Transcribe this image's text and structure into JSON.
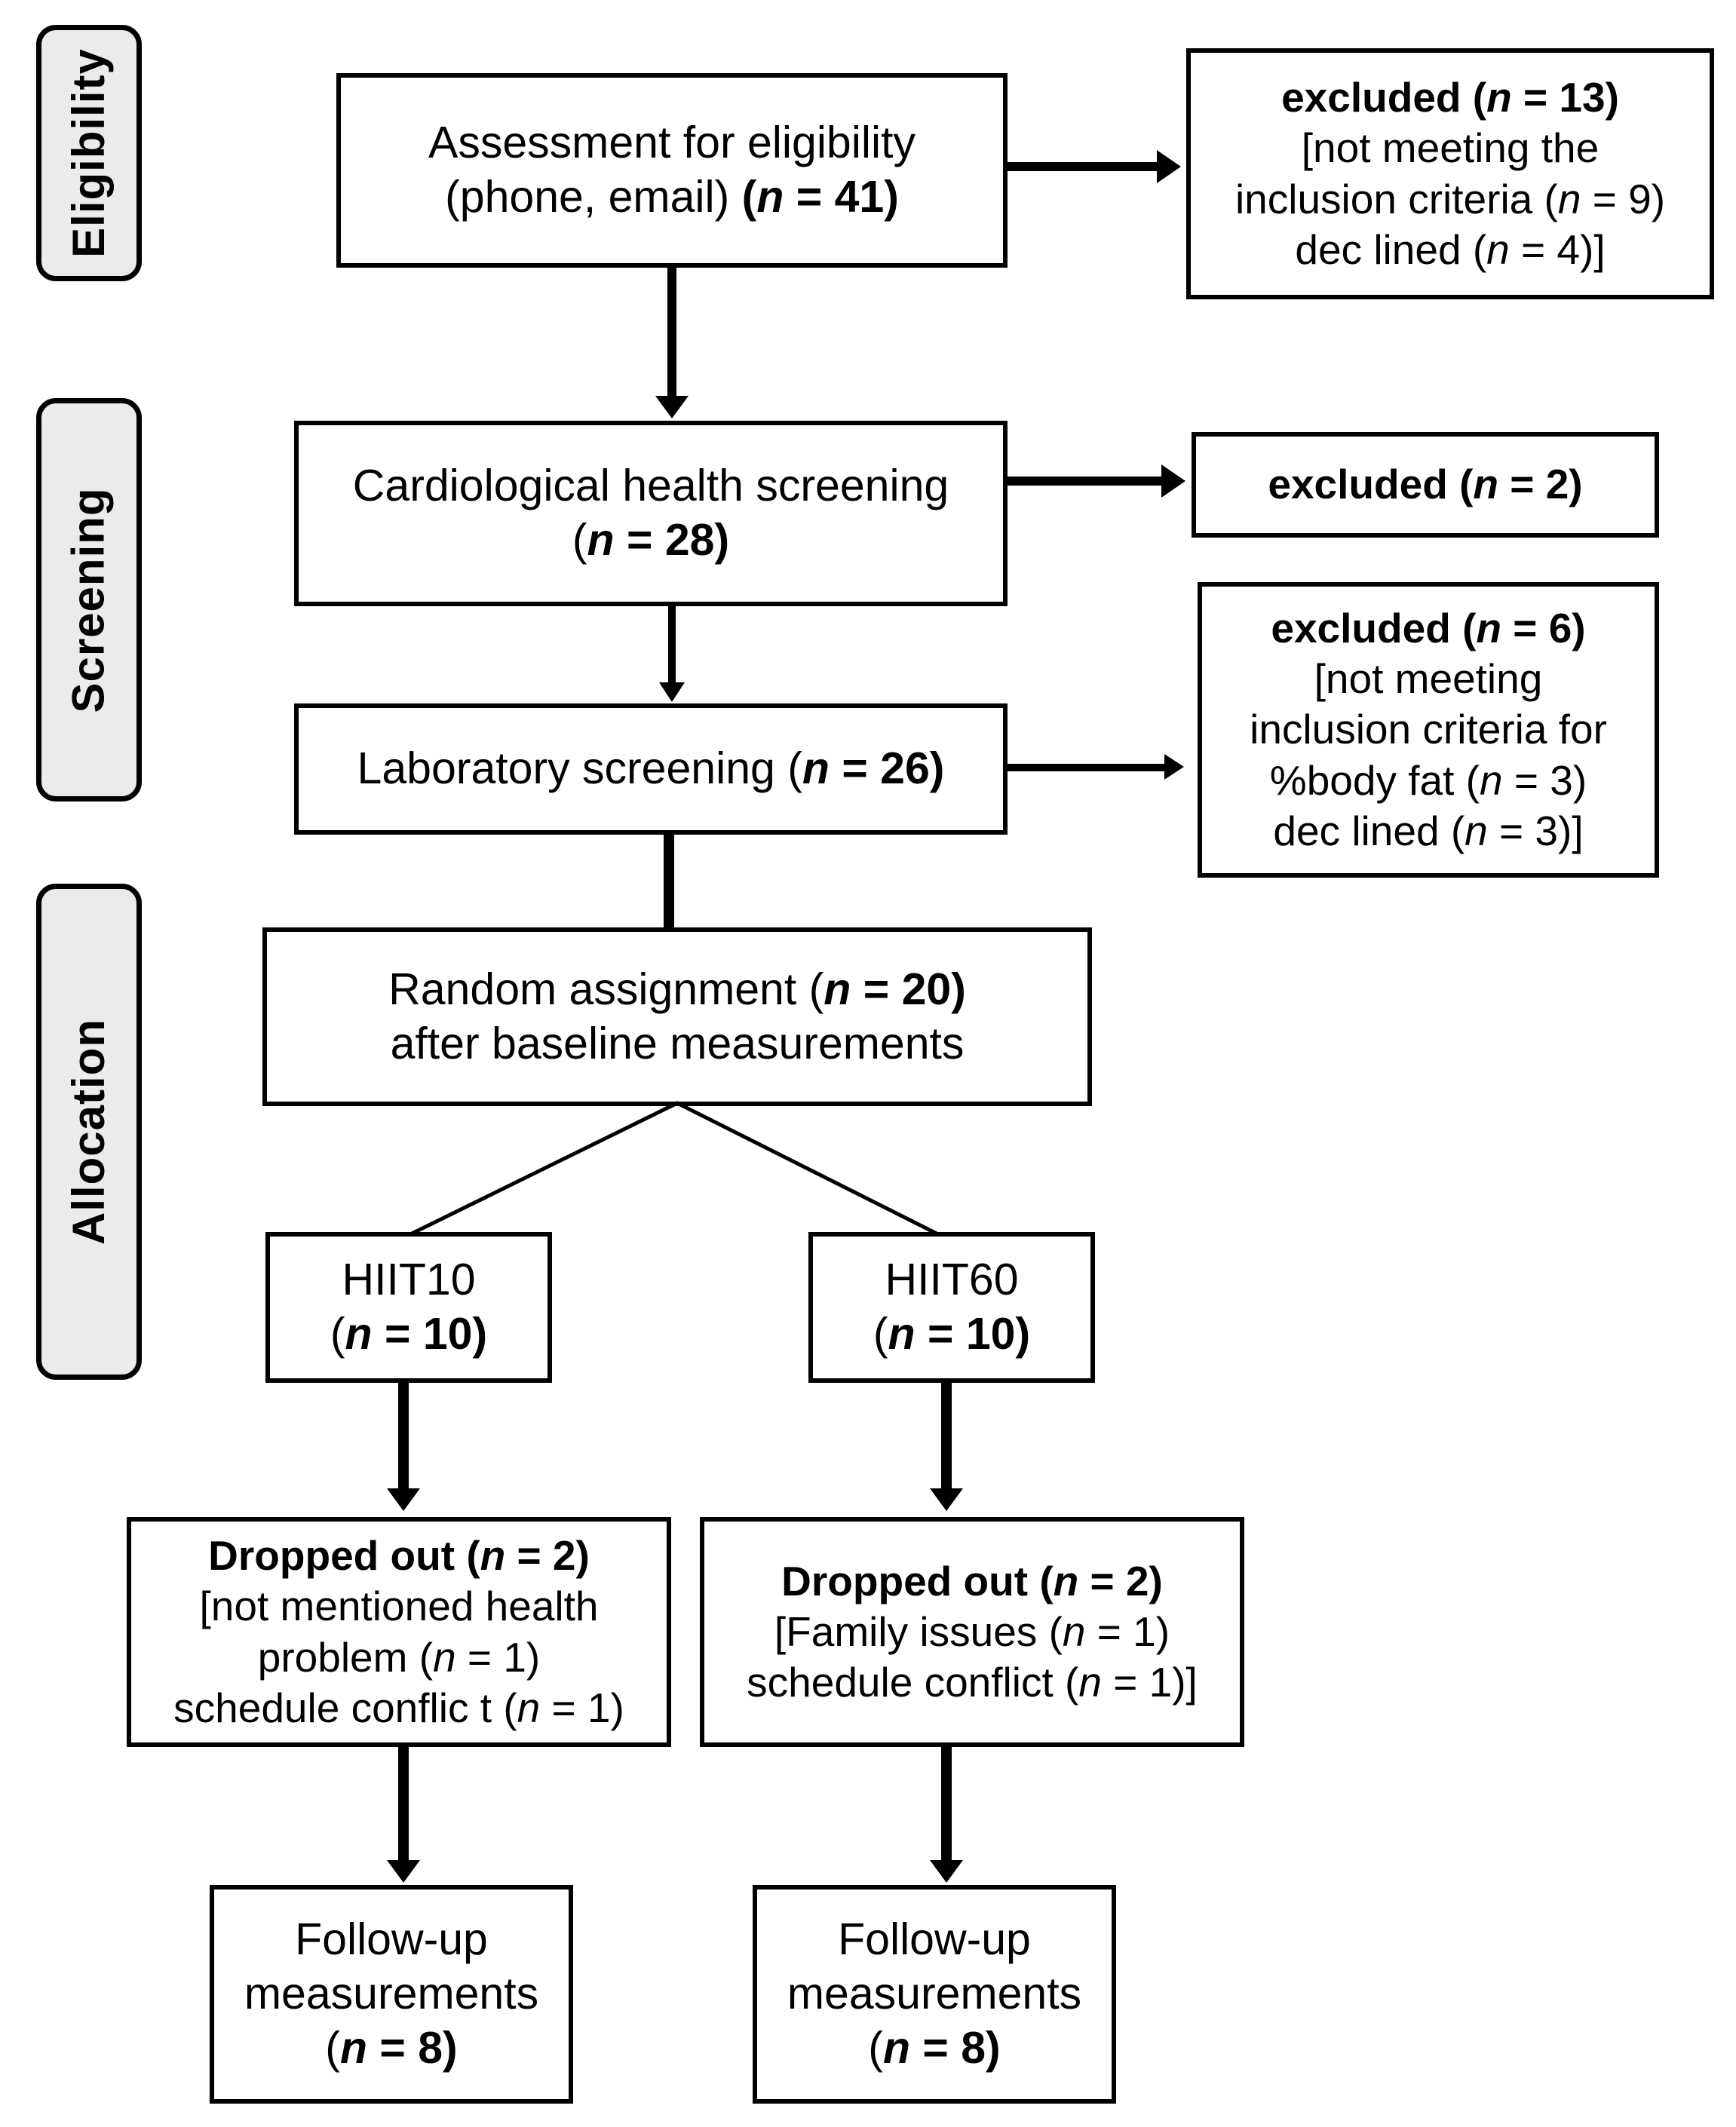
{
  "figure": {
    "type": "consort-flow-diagram",
    "title": "CONSORT participant flow diagram"
  },
  "stages": [
    {
      "id": "eligibility",
      "label": "Eligibility"
    },
    {
      "id": "screening",
      "label": "Screening"
    },
    {
      "id": "allocation",
      "label": "Allocation"
    }
  ],
  "boxes": {
    "assessment": {
      "name": "assessment-for-eligibility-box",
      "lines": [
        {
          "text": "Assessment for eligibility",
          "style": "regular"
        },
        {
          "text": "(phone, email) (n = 41)",
          "style": "regular-bold-n"
        }
      ],
      "l1": "Assessment for eligibility",
      "l2_a": "(phone, email) ",
      "l2_b": "(",
      "l2_n": "n",
      "l2_c": " = 41)"
    },
    "excluded_13": {
      "name": "excluded-13-box",
      "l1_a": "excluded (",
      "l1_n": "n",
      "l1_b": " = 13)",
      "l2": "[not meeting the",
      "l3_a": "inclusion criteria (",
      "l3_n": "n",
      "l3_b": " = 9)",
      "l4_a": "dec lined (",
      "l4_n": "n",
      "l4_b": " = 4)]"
    },
    "cardiological": {
      "name": "cardiological-health-screening-box",
      "l1": "Cardiological health screening",
      "l2_a": "(",
      "l2_n": "n",
      "l2_b": " = 28)"
    },
    "excluded_2": {
      "name": "excluded-2-box",
      "l1_a": "excluded (",
      "l1_n": "n",
      "l1_b": " = 2)"
    },
    "laboratory": {
      "name": "laboratory-screening-box",
      "l1_a": "Laboratory screening (",
      "l1_n": "n",
      "l1_b": " = 26)"
    },
    "excluded_6": {
      "name": "excluded-6-box",
      "l1_a": "excluded (",
      "l1_n": "n",
      "l1_b": " = 6)",
      "l2": "[not meeting",
      "l3": "inclusion criteria for",
      "l4_a": "%body fat (",
      "l4_n": "n",
      "l4_b": " = 3)",
      "l5_a": "dec lined (",
      "l5_n": "n",
      "l5_b": " = 3)]"
    },
    "random_assignment": {
      "name": "random-assignment-box",
      "l1_a": "Random assignment (",
      "l1_n": "n",
      "l1_b": " = 20)",
      "l2": "after baseline measurements"
    },
    "hiit10": {
      "name": "hiit10-group-box",
      "l1": "HIIT10",
      "l2_a": "(",
      "l2_n": "n",
      "l2_b": " = 10)"
    },
    "hiit60": {
      "name": "hiit60-group-box",
      "l1": "HIIT60",
      "l2_a": "(",
      "l2_n": "n",
      "l2_b": " = 10)"
    },
    "dropped_left": {
      "name": "dropped-out-hiit10-box",
      "l1_a": "Dropped out (",
      "l1_n": "n",
      "l1_b": " = 2)",
      "l2": "[not mentioned health",
      "l3_a": "problem (",
      "l3_n": "n",
      "l3_b": " = 1)",
      "l4_a": "schedule conflic t (",
      "l4_n": "n",
      "l4_b": " = 1)"
    },
    "dropped_right": {
      "name": "dropped-out-hiit60-box",
      "l1_a": "Dropped out (",
      "l1_n": "n",
      "l1_b": " = 2)",
      "l2_a": "[Family issues (",
      "l2_n": "n",
      "l2_b": " = 1)",
      "l3_a": "schedule conflict (",
      "l3_n": "n",
      "l3_b": " = 1)]"
    },
    "followup_left": {
      "name": "follow-up-measurements-hiit10-box",
      "l1": "Follow-up",
      "l2": "measurements",
      "l3_a": "(",
      "l3_n": "n",
      "l3_b": " = 8)"
    },
    "followup_right": {
      "name": "follow-up-measurements-hiit60-box",
      "l1": "Follow-up",
      "l2": "measurements",
      "l3_a": "(",
      "l3_n": "n",
      "l3_b": " = 8)"
    }
  },
  "chart_data": {
    "type": "flowchart",
    "title": "CONSORT flow of participants",
    "stages": [
      "Eligibility",
      "Screening",
      "Allocation"
    ],
    "nodes": [
      {
        "id": "assessment",
        "label": "Assessment for eligibility (phone, email)",
        "n": 41,
        "stage": "Eligibility"
      },
      {
        "id": "excluded_13",
        "label": "excluded",
        "n": 13,
        "stage": "Eligibility",
        "reasons": [
          {
            "label": "not meeting the inclusion criteria",
            "n": 9
          },
          {
            "label": "declined",
            "n": 4
          }
        ]
      },
      {
        "id": "cardiological",
        "label": "Cardiological health screening",
        "n": 28,
        "stage": "Screening"
      },
      {
        "id": "excluded_2",
        "label": "excluded",
        "n": 2,
        "stage": "Screening"
      },
      {
        "id": "laboratory",
        "label": "Laboratory screening",
        "n": 26,
        "stage": "Screening"
      },
      {
        "id": "excluded_6",
        "label": "excluded",
        "n": 6,
        "stage": "Screening",
        "reasons": [
          {
            "label": "not meeting inclusion criteria for %body fat",
            "n": 3
          },
          {
            "label": "declined",
            "n": 3
          }
        ]
      },
      {
        "id": "random_assignment",
        "label": "Random assignment after baseline measurements",
        "n": 20,
        "stage": "Allocation"
      },
      {
        "id": "hiit10",
        "label": "HIIT10",
        "n": 10,
        "stage": "Allocation"
      },
      {
        "id": "hiit60",
        "label": "HIIT60",
        "n": 10,
        "stage": "Allocation"
      },
      {
        "id": "dropped_left",
        "label": "Dropped out (HIIT10)",
        "n": 2,
        "reasons": [
          {
            "label": "not mentioned health problem",
            "n": 1
          },
          {
            "label": "schedule conflict",
            "n": 1
          }
        ]
      },
      {
        "id": "dropped_right",
        "label": "Dropped out (HIIT60)",
        "n": 2,
        "reasons": [
          {
            "label": "Family issues",
            "n": 1
          },
          {
            "label": "schedule conflict",
            "n": 1
          }
        ]
      },
      {
        "id": "followup_left",
        "label": "Follow-up measurements (HIIT10)",
        "n": 8
      },
      {
        "id": "followup_right",
        "label": "Follow-up measurements (HIIT60)",
        "n": 8
      }
    ],
    "edges": [
      {
        "from": "assessment",
        "to": "excluded_13",
        "kind": "exclusion"
      },
      {
        "from": "assessment",
        "to": "cardiological",
        "kind": "flow"
      },
      {
        "from": "cardiological",
        "to": "excluded_2",
        "kind": "exclusion"
      },
      {
        "from": "cardiological",
        "to": "laboratory",
        "kind": "flow"
      },
      {
        "from": "laboratory",
        "to": "excluded_6",
        "kind": "exclusion"
      },
      {
        "from": "laboratory",
        "to": "random_assignment",
        "kind": "flow"
      },
      {
        "from": "random_assignment",
        "to": "hiit10",
        "kind": "branch"
      },
      {
        "from": "random_assignment",
        "to": "hiit60",
        "kind": "branch"
      },
      {
        "from": "hiit10",
        "to": "dropped_left",
        "kind": "flow"
      },
      {
        "from": "hiit60",
        "to": "dropped_right",
        "kind": "flow"
      },
      {
        "from": "dropped_left",
        "to": "followup_left",
        "kind": "flow"
      },
      {
        "from": "dropped_right",
        "to": "followup_right",
        "kind": "flow"
      }
    ]
  },
  "colors": {
    "stage_fill": "#ebebeb",
    "line": "#000000",
    "box_fill": "#ffffff"
  }
}
